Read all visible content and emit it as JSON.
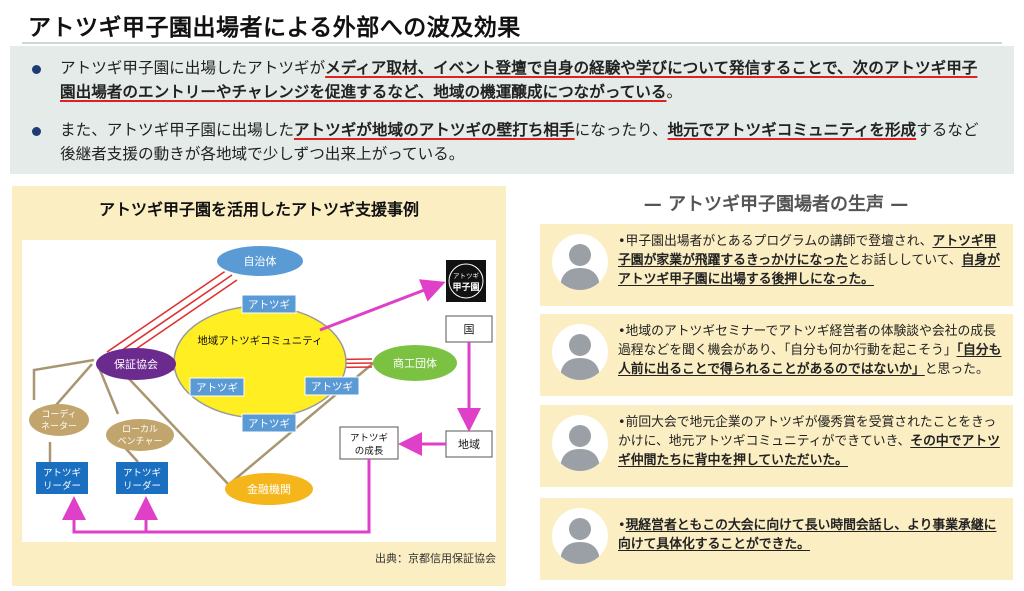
{
  "title": "アトツギ甲子園出場者による外部への波及効果",
  "summary": {
    "bullet1": {
      "pre": "アトツギ甲子園に出場したアトツギが",
      "hl": "メディア取材、イベント登壇で自身の経験や学びについて発信することで、次のアトツギ甲子園出場者のエントリーやチャレンジを促進するなど、地域の機運醸成につながっている",
      "post": "。"
    },
    "bullet2": {
      "pre": "また、アトツギ甲子園に出場した",
      "hl1": "アトツギが地域のアトツギの壁打ち相手",
      "mid": "になったり、",
      "hl2": "地元でアトツギコミュニティを形成",
      "post": "するなど後継者支援の動きが各地域で少しずつ出来上がっている。"
    }
  },
  "diagram": {
    "title": "アトツギ甲子園を活用したアトツギ支援事例",
    "source": "出典：京都信用保証協会",
    "nodes": {
      "jichitai": "自治体",
      "community": "地域アトツギコミュニティ",
      "hosho": "保証協会",
      "shoko": "商工団体",
      "kinyu": "金融機関",
      "atotsugi_top": "アトツギ",
      "atotsugi_left": "アトツギ",
      "atotsugi_right": "アトツギ",
      "atotsugi_bottom": "アトツギ",
      "coordinator": [
        "コーディ",
        "ネーター"
      ],
      "venture": [
        "ローカル",
        "ベンチャー"
      ],
      "leader1": [
        "アトツギ",
        "リーダー"
      ],
      "leader2": [
        "アトツギ",
        "リーダー"
      ],
      "kuni": "国",
      "chiiki": "地域",
      "seicho": [
        "アトツギ",
        "の成長"
      ],
      "logo_text": [
        "アトツギ",
        "甲子園"
      ]
    }
  },
  "voices": {
    "title": "— アトツギ甲子園場者の生声 —",
    "items": [
      {
        "pre": "•甲子園出場者がとあるプログラムの講師で登壇され、",
        "bold": "アトツギ甲子園が家業が飛躍するきっかけになった",
        "mid": "とお話ししていて、",
        "bold2": "自身がアトツギ甲子園に出場する後押しになった。",
        "post": ""
      },
      {
        "pre": "•地域のアトツギセミナーでアトツギ経営者の体験談や会社の成長過程などを聞く機会があり、「自分も何か行動を起こそう」",
        "bold": "「自分も人前に出ることで得られることがあるのではないか」",
        "mid": "と思った。",
        "bold2": "",
        "post": ""
      },
      {
        "pre": "•前回大会で地元企業のアトツギが優秀賞を受賞されたことをきっかけに、地元アトツギコミュニティができていき、",
        "bold": "その中でアトツギ仲間たちに背中を押していただいた。",
        "mid": "",
        "bold2": "",
        "post": ""
      },
      {
        "pre": "•",
        "bold": "現経営者ともこの大会に向けて長い時間会話し、より事業承継に向けて具体化することができた。",
        "mid": "",
        "bold2": "",
        "post": ""
      }
    ]
  },
  "colors": {
    "summary_bg": "#e4ebe9",
    "panel_bg": "#fbeec3",
    "community_fill": "#ffee22",
    "node_blue": "#5b9bd5",
    "node_purple": "#6a2a8e",
    "node_green": "#7cc242",
    "node_orange": "#f5b61b",
    "node_brown": "#c2a56c",
    "leader_blue": "#1a6fc0",
    "arrow_magenta": "#e040c8",
    "red_line": "#e03030",
    "tan_line": "#a89672"
  }
}
